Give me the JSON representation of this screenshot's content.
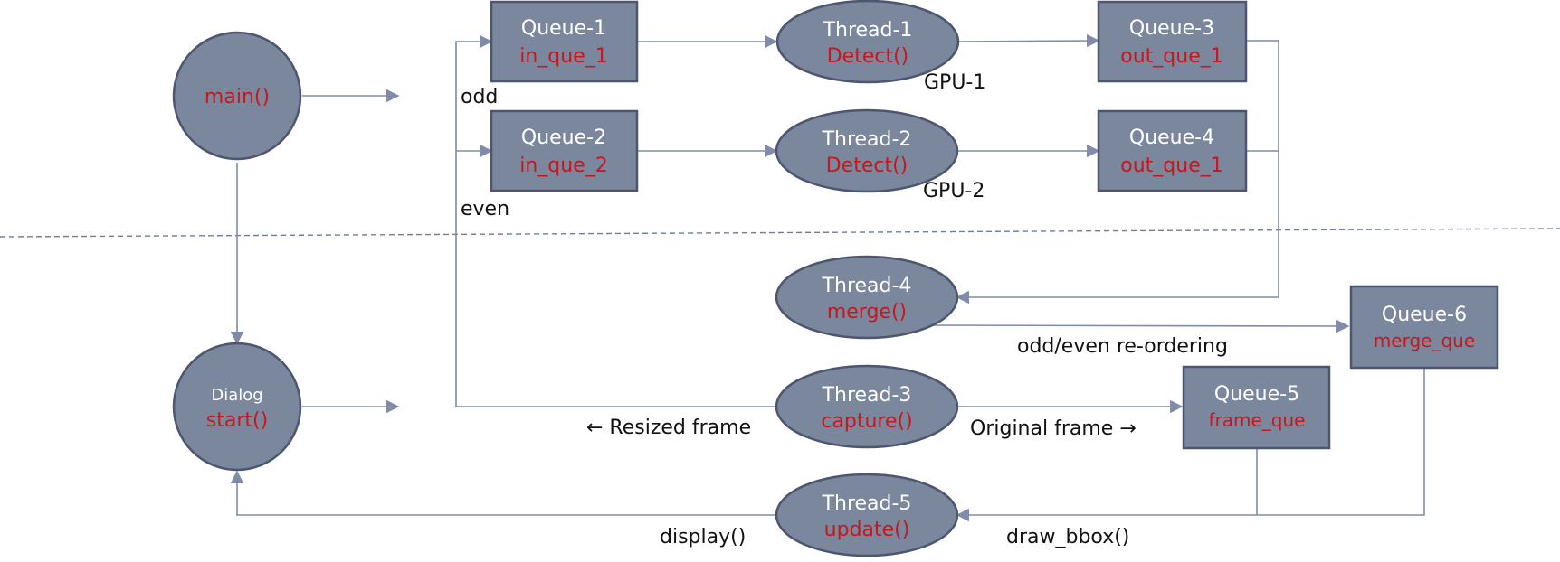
{
  "nodes": {
    "main": {
      "line1": "main()"
    },
    "dialog": {
      "line1": "Dialog",
      "line2": "start()"
    },
    "queue1": {
      "line1": "Queue-1",
      "line2": "in_que_1"
    },
    "queue2": {
      "line1": "Queue-2",
      "line2": "in_que_2"
    },
    "queue3": {
      "line1": "Queue-3",
      "line2": "out_que_1"
    },
    "queue4": {
      "line1": "Queue-4",
      "line2": "out_que_1"
    },
    "queue5": {
      "line1": "Queue-5",
      "line2": "frame_que"
    },
    "queue6": {
      "line1": "Queue-6",
      "line2": "merge_que"
    },
    "thread1": {
      "line1": "Thread-1",
      "line2": "Detect()"
    },
    "thread2": {
      "line1": "Thread-2",
      "line2": "Detect()"
    },
    "thread3": {
      "line1": "Thread-3",
      "line2": "capture()"
    },
    "thread4": {
      "line1": "Thread-4",
      "line2": "merge()"
    },
    "thread5": {
      "line1": "Thread-5",
      "line2": "update()"
    }
  },
  "edge_labels": {
    "odd": "odd",
    "even": "even",
    "gpu1": "GPU-1",
    "gpu2": "GPU-2",
    "reordering": "odd/even re-ordering",
    "resized": "← Resized frame",
    "original": "Original frame →",
    "display": "display()",
    "draw_bbox": "draw_bbox()"
  },
  "colors": {
    "node_fill": "#7b879d",
    "node_stroke": "#4c5670",
    "connector": "#7f8ba8",
    "function_text": "#c8161d",
    "title_text": "#ffffff"
  }
}
